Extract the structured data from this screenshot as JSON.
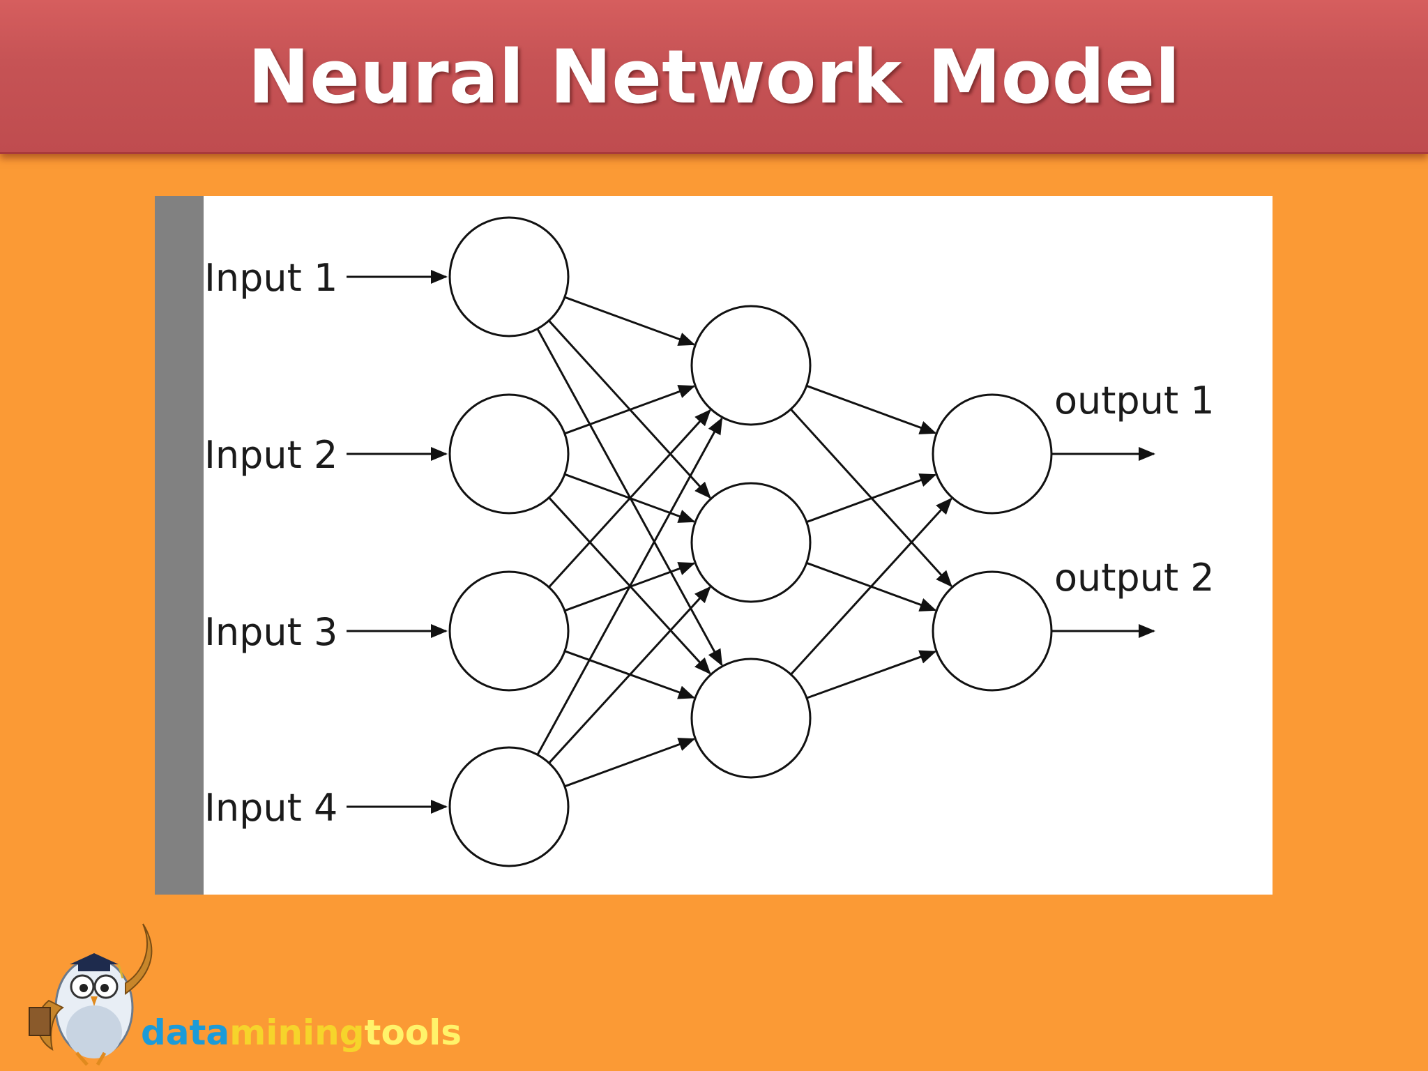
{
  "slide": {
    "title": "Neural Network Model"
  },
  "network": {
    "inputs": [
      "Input 1",
      "Input 2",
      "Input 3",
      "Input 4"
    ],
    "hidden_count": 3,
    "outputs": [
      "output 1",
      "output 2"
    ]
  },
  "logo": {
    "text_part1": "data",
    "text_part2": "mining",
    "text_part3": "tools",
    "icon": "owl-mascot-icon"
  },
  "colors": {
    "background": "#fb9a35",
    "title_bar": "#c65355",
    "panel": "#ffffff",
    "stripe": "#818181"
  }
}
